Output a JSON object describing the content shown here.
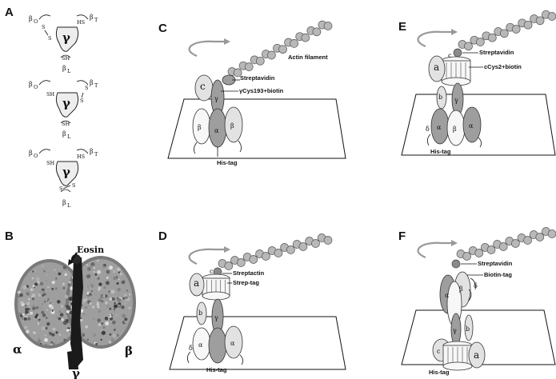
{
  "panels": {
    "A": {
      "label": "A",
      "diagrams": [
        {
          "beta_o": "β",
          "beta_o_sub": "O",
          "beta_t": "β",
          "beta_t_sub": "T",
          "beta_l": "β",
          "beta_l_sub": "L",
          "gamma": "γ",
          "top_left": "S",
          "top_left2": "S",
          "top_right": "HS",
          "bottom": "SH"
        },
        {
          "beta_o": "β",
          "beta_o_sub": "O",
          "beta_t": "β",
          "beta_t_sub": "T",
          "beta_l": "β",
          "beta_l_sub": "L",
          "gamma": "γ",
          "left": "SH",
          "right": "S",
          "right2": "S",
          "bottom": "SH"
        },
        {
          "beta_o": "β",
          "beta_o_sub": "O",
          "beta_t": "β",
          "beta_t_sub": "T",
          "beta_l": "β",
          "beta_l_sub": "L",
          "gamma": "γ",
          "left": "SH",
          "right": "HS",
          "bottom": "S",
          "bottom2": "S"
        }
      ]
    },
    "B": {
      "label": "B",
      "eosin": "Eosin",
      "alpha": "α",
      "beta": "β",
      "gamma": "γ"
    },
    "C": {
      "label": "C",
      "actin": "Actin filament",
      "streptavidin": "Streptavidin",
      "biotin": "γCys193+biotin",
      "histag": "His-tag",
      "subunits": {
        "c": "c",
        "gamma": "γ",
        "beta1": "β",
        "alpha": "α",
        "beta2": "β"
      }
    },
    "D": {
      "label": "D",
      "streptactin": "Streptactin",
      "streptag": "Strep-tag",
      "histag": "His-tag",
      "subunits": {
        "a": "a",
        "c": "c",
        "b": "b",
        "delta": "δ",
        "alpha1": "α",
        "gamma": "γ",
        "alpha2": "α"
      }
    },
    "E": {
      "label": "E",
      "streptavidin": "Streptavidin",
      "biotin": "cCys2+biotin",
      "histag": "His-tag",
      "subunits": {
        "a": "a",
        "c": "c",
        "b": "b",
        "delta": "δ",
        "alpha1": "α",
        "beta": "β",
        "gamma": "γ",
        "alpha2": "α"
      }
    },
    "F": {
      "label": "F",
      "streptavidin": "Streptavidin",
      "biotintag": "Biotin-tag",
      "histag": "His-tag",
      "subunits": {
        "alpha": "α",
        "beta": "β",
        "delta": "δ",
        "gamma": "γ",
        "b": "b",
        "c": "c",
        "a": "a"
      }
    }
  }
}
